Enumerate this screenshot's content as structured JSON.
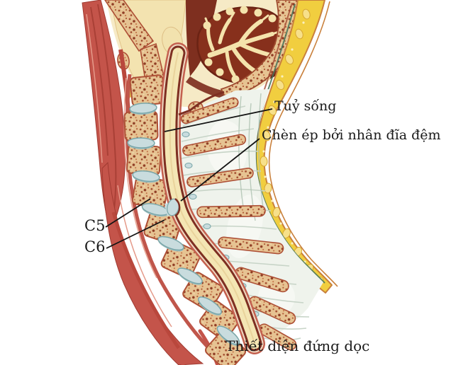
{
  "figure": {
    "caption": "Thiết diện đứng dọc",
    "annotations": [
      {
        "id": "spinal-cord",
        "label": "Tuỷ sống",
        "target": "spinal cord"
      },
      {
        "id": "disc-compression",
        "label": "Chèn ép bởi nhân đĩa đệm",
        "target": "disc nucleus compressing the cord at C5-C6"
      },
      {
        "id": "vertebra-c5",
        "label": "C5",
        "target": "C5 vertebral body"
      },
      {
        "id": "vertebra-c6",
        "label": "C6",
        "target": "C6 vertebral body"
      }
    ],
    "colors": {
      "background": "#FFFFFF",
      "spinal_cord_cream": "#F4E6B4",
      "bone_tan": "#E6C392",
      "bone_speckle": "#9C4427",
      "muscle_red": "#C4544A",
      "disc_blue": "#C9DCDE",
      "fat_yellow": "#F1CE3F",
      "dura_maroon": "#7E2F22",
      "ligament_fiber": "#C7D4C7",
      "leader_line": "#141414",
      "text": "#1B1B1B"
    }
  }
}
